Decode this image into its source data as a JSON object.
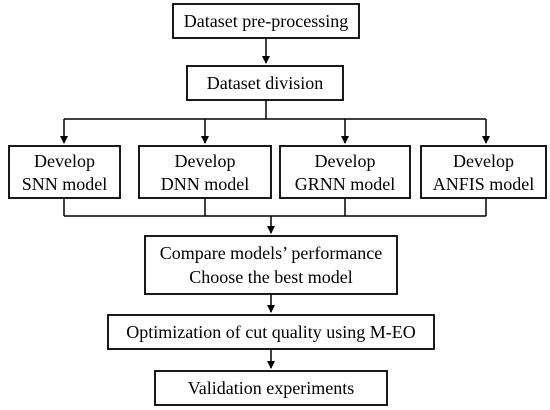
{
  "flowchart": {
    "preprocessing": "Dataset pre-processing",
    "division": "Dataset division",
    "models": [
      {
        "line1": "Develop",
        "line2": "SNN model"
      },
      {
        "line1": "Develop",
        "line2": "DNN model"
      },
      {
        "line1": "Develop",
        "line2": "GRNN model"
      },
      {
        "line1": "Develop",
        "line2": "ANFIS model"
      }
    ],
    "compare": {
      "line1": "Compare models’ performance",
      "line2": "Choose the best model"
    },
    "optimization": "Optimization of cut quality using M-EO",
    "validation": "Validation experiments"
  }
}
